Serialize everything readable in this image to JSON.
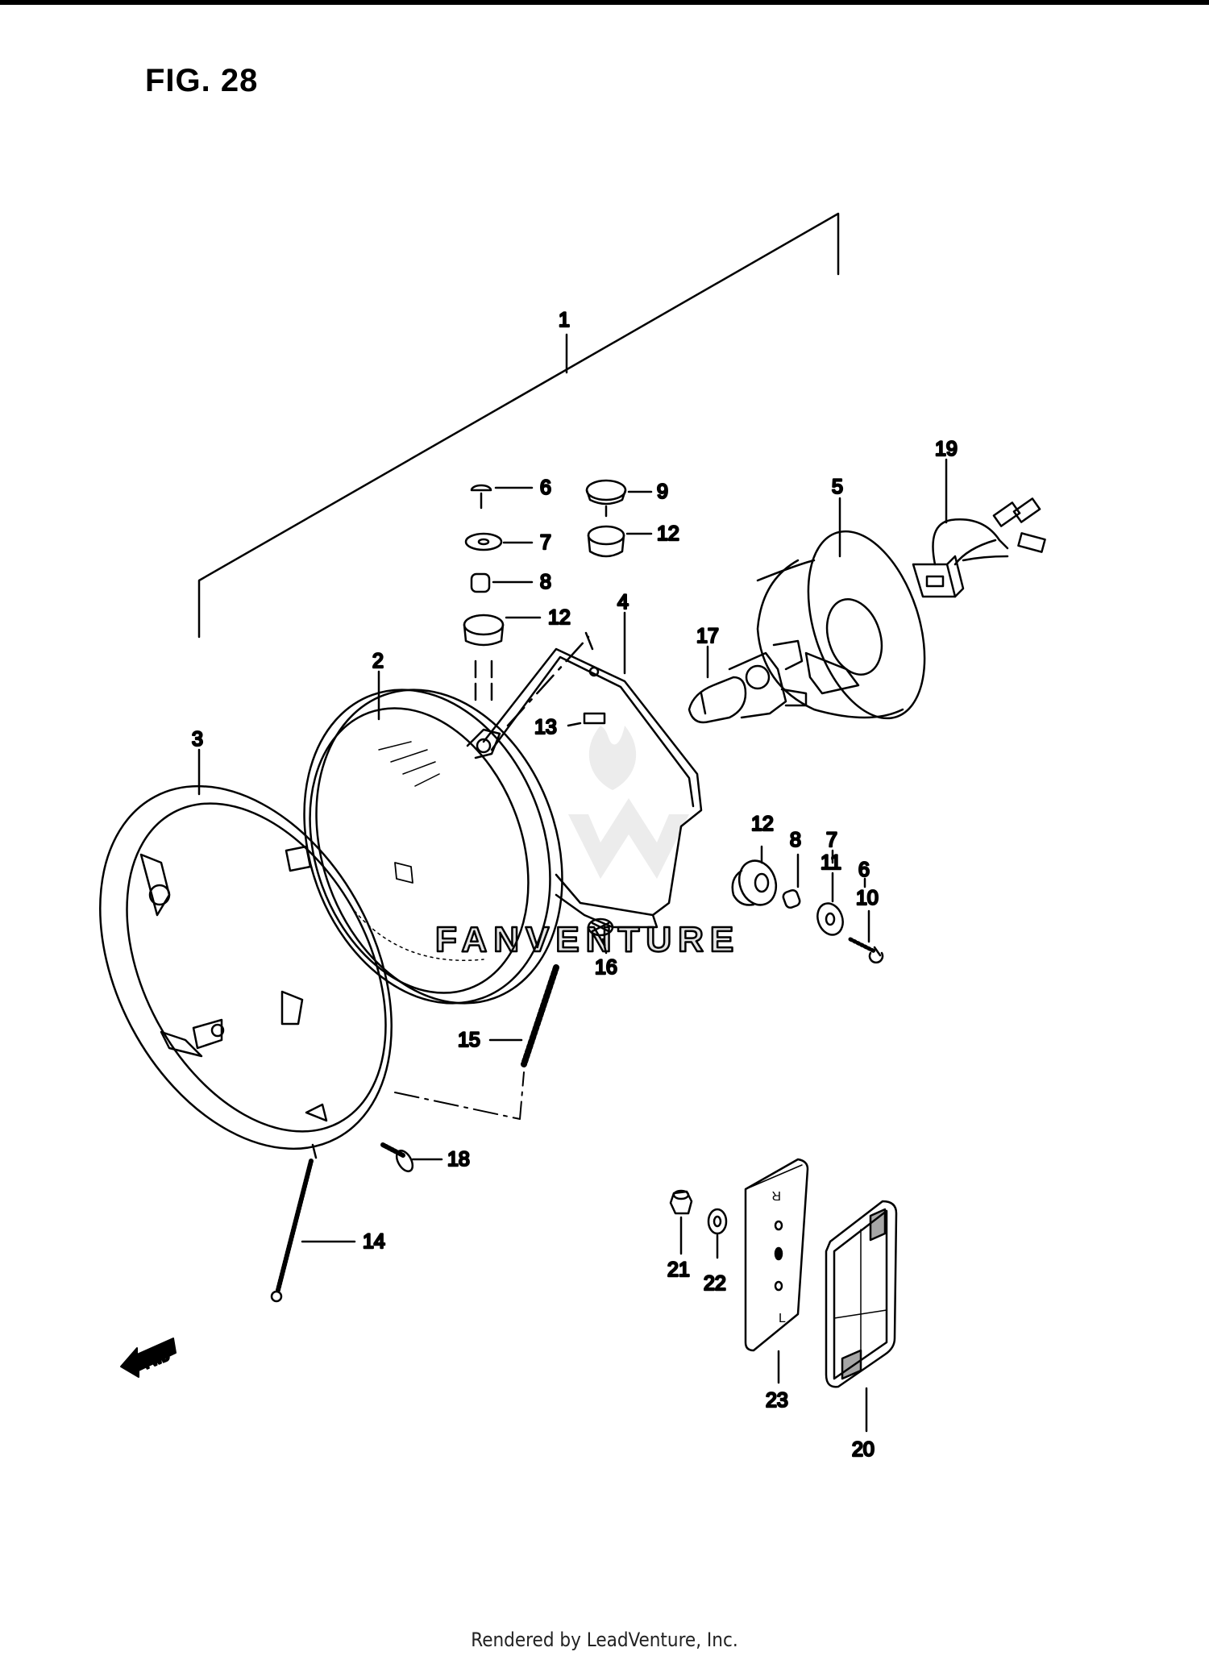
{
  "figure": {
    "title": "FIG. 28",
    "fwd_label": "FWD",
    "watermark_text": "FANVENTURE",
    "footer": "Rendered by LeadVenture, Inc."
  },
  "callouts": {
    "c1": "1",
    "c2": "2",
    "c3": "3",
    "c4": "4",
    "c5": "5",
    "c6a": "6",
    "c6b": "6",
    "c7a": "7",
    "c7b": "7",
    "c8a": "8",
    "c8b": "8",
    "c9": "9",
    "c10": "10",
    "c11": "11",
    "c12a": "12",
    "c12b": "12",
    "c12c": "12",
    "c13": "13",
    "c14": "14",
    "c15": "15",
    "c16": "16",
    "c17": "17",
    "c18": "18",
    "c19": "19",
    "c20": "20",
    "c21": "21",
    "c22": "22",
    "c23": "23"
  },
  "reflector_text": {
    "r": "R",
    "l": "L"
  }
}
